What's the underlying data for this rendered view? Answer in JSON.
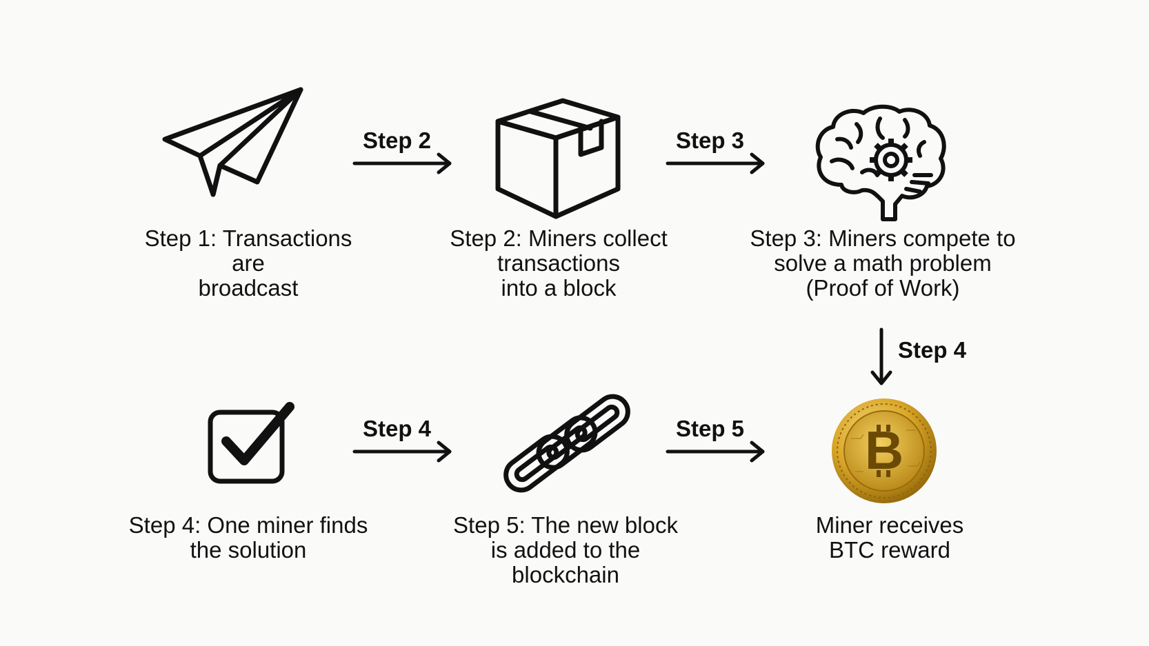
{
  "steps": [
    {
      "caption": "Step 1: Transactions\nare\nbroadcast",
      "icon": "paper-plane-icon"
    },
    {
      "caption": "Step 2: Miners collect\ntransactions\ninto a block",
      "icon": "box-icon"
    },
    {
      "caption": "Step 3: Miners compete to\nsolve a math problem\n(Proof of Work)",
      "icon": "brain-gear-icon"
    },
    {
      "caption": "Step 4: One miner finds\nthe solution",
      "icon": "checkbox-icon"
    },
    {
      "caption": "Step 5: The new block\nis added to the\nblockchain",
      "icon": "chain-link-icon"
    },
    {
      "caption": "Miner receives\nBTC reward",
      "icon": "bitcoin-coin-icon"
    }
  ],
  "arrows": [
    {
      "label": "Step 2"
    },
    {
      "label": "Step 3"
    },
    {
      "label": "Step 4"
    },
    {
      "label": "Step 4"
    },
    {
      "label": "Step 5"
    }
  ],
  "colors": {
    "stroke": "#111111",
    "coin_gold": "#d4a017",
    "coin_light": "#f3d36b",
    "coin_dark": "#9a6d0a"
  }
}
